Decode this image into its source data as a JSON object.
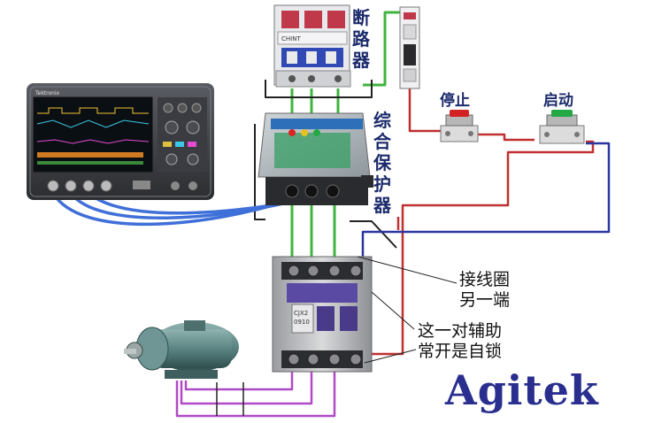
{
  "labels": {
    "breaker": "断路器",
    "protector": "综合保护器",
    "stop": "停止",
    "start": "启动",
    "coil_note_1": "接线圈",
    "coil_note_2": "另一端",
    "aux_note_1": "这一对辅助",
    "aux_note_2": "常开是自锁"
  },
  "scope": {
    "brand": "Tektronix"
  },
  "breaker_device": {
    "brand": "CHINT"
  },
  "contactor_device": {
    "model_1": "CJX2",
    "model_2": "0910"
  },
  "brand": "Agitek",
  "colors": {
    "wire_purple": "#b04ac6",
    "wire_green": "#3fb43f",
    "wire_red": "#c03030",
    "wire_blue": "#2a36a0",
    "probe_blue": "#3f6fd8",
    "brand": "#2a2f8f",
    "button_stop": "#d22222",
    "button_start": "#22a844"
  }
}
